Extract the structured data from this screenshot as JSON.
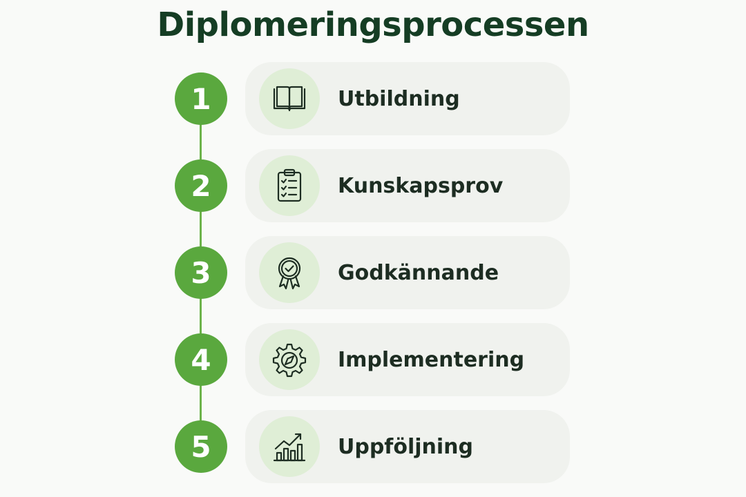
{
  "title": "Diplomeringsprocessen",
  "colors": {
    "accent": "#5aa83e",
    "title": "#153d24",
    "card": "#f0f2ee",
    "icon_bg": "#dfeed6"
  },
  "steps": [
    {
      "number": "1",
      "label": "Utbildning",
      "icon": "open-book-icon"
    },
    {
      "number": "2",
      "label": "Kunskapsprov",
      "icon": "clipboard-checklist-icon"
    },
    {
      "number": "3",
      "label": "Godkännande",
      "icon": "award-ribbon-icon"
    },
    {
      "number": "4",
      "label": "Implementering",
      "icon": "gear-compass-icon"
    },
    {
      "number": "5",
      "label": "Uppföljning",
      "icon": "growth-chart-icon"
    }
  ]
}
